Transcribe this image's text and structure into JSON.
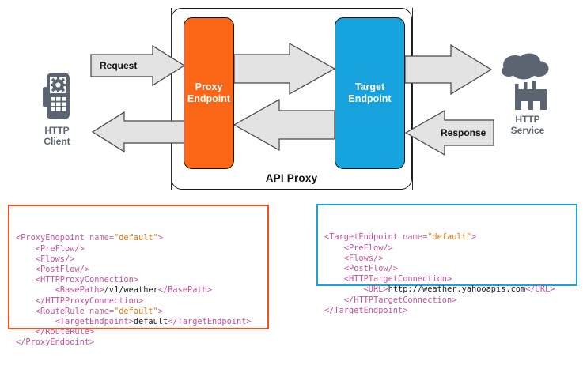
{
  "diagram": {
    "container_label": "API Proxy",
    "colors": {
      "proxy_endpoint": "#fb6716",
      "target_endpoint": "#17a3dd",
      "arrow_fill": "#e3e3e3",
      "icon_gray": "#5a6571",
      "proxy_code_border": "#f4511e",
      "target_code_border": "#17a3dd"
    },
    "endpoints": [
      {
        "id": "proxy",
        "line1": "Proxy",
        "line2": "Endpoint"
      },
      {
        "id": "target",
        "line1": "Target",
        "line2": "Endpoint"
      }
    ],
    "arrows": [
      {
        "id": "client-request",
        "label": "Request",
        "direction": "right"
      },
      {
        "id": "proxy-to-target",
        "label": "",
        "direction": "right"
      },
      {
        "id": "target-to-service",
        "label": "",
        "direction": "right"
      },
      {
        "id": "service-response",
        "label": "Response",
        "direction": "left"
      },
      {
        "id": "target-to-proxy",
        "label": "",
        "direction": "left"
      },
      {
        "id": "proxy-to-client",
        "label": "",
        "direction": "left"
      }
    ],
    "actors": [
      {
        "id": "http-client",
        "icon": "mobile-phone-gear-icon",
        "line1": "HTTP",
        "line2": "Client"
      },
      {
        "id": "http-service",
        "icon": "cloud-factory-icon",
        "line1": "HTTP",
        "line2": "Service"
      }
    ]
  },
  "code_blocks": {
    "proxy_endpoint": {
      "title": "ProxyEndpoint",
      "lines": [
        "<ProxyEndpoint name=\"default\">",
        "    <PreFlow/>",
        "    <Flows/>",
        "    <PostFlow/>",
        "    <HTTPProxyConnection>",
        "        <BasePath>/v1/weather</BasePath>",
        "    </HTTPProxyConnection>",
        "    <RouteRule name=\"default\">",
        "        <TargetEndpoint>default</TargetEndpoint>",
        "    </RouteRule>",
        "</ProxyEndpoint>"
      ]
    },
    "target_endpoint": {
      "title": "TargetEndpoint",
      "lines": [
        "<TargetEndpoint name=\"default\">",
        "    <PreFlow/>",
        "    <Flows/>",
        "    <PostFlow/>",
        "    <HTTPTargetConnection>",
        "        <URL>http://weather.yahooapis.com</URL>",
        "    </HTTPTargetConnection>",
        "</TargetEndpoint>"
      ]
    }
  }
}
